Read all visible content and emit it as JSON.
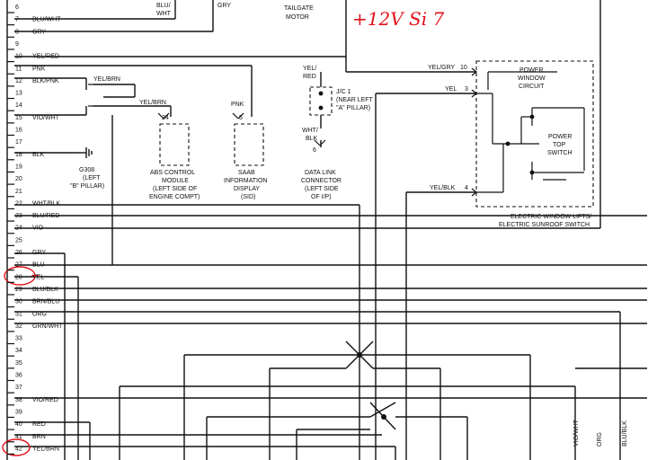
{
  "top_fragments": {
    "blu_wht_top": "BLU/",
    "wht_top": "WHT",
    "gry_top": "GRY",
    "tailgate_1": "TAILGATE",
    "tailgate_2": "MOTOR"
  },
  "handwritten_note": "+12V Si 7",
  "pins": [
    {
      "num": "6",
      "wire": ""
    },
    {
      "num": "7",
      "wire": "BLU/WHT"
    },
    {
      "num": "8",
      "wire": "GRY"
    },
    {
      "num": "9",
      "wire": ""
    },
    {
      "num": "10",
      "wire": "YEL/RED"
    },
    {
      "num": "11",
      "wire": "PNK"
    },
    {
      "num": "12",
      "wire": "BLK/PNK"
    },
    {
      "num": "13",
      "wire": ""
    },
    {
      "num": "14",
      "wire": ""
    },
    {
      "num": "15",
      "wire": "VIO/WHT"
    },
    {
      "num": "16",
      "wire": ""
    },
    {
      "num": "17",
      "wire": ""
    },
    {
      "num": "18",
      "wire": "BLK"
    },
    {
      "num": "19",
      "wire": ""
    },
    {
      "num": "20",
      "wire": ""
    },
    {
      "num": "21",
      "wire": ""
    },
    {
      "num": "22",
      "wire": "WHT/BLK"
    },
    {
      "num": "23",
      "wire": "BLU/RED"
    },
    {
      "num": "24",
      "wire": "VIO"
    },
    {
      "num": "25",
      "wire": ""
    },
    {
      "num": "26",
      "wire": "GRY"
    },
    {
      "num": "27",
      "wire": "BLU"
    },
    {
      "num": "28",
      "wire": "YEL"
    },
    {
      "num": "29",
      "wire": "BLU/BLK"
    },
    {
      "num": "30",
      "wire": "BRN/BLU"
    },
    {
      "num": "31",
      "wire": "ORG"
    },
    {
      "num": "32",
      "wire": "GRN/WHT"
    },
    {
      "num": "33",
      "wire": ""
    },
    {
      "num": "34",
      "wire": ""
    },
    {
      "num": "35",
      "wire": ""
    },
    {
      "num": "36",
      "wire": ""
    },
    {
      "num": "37",
      "wire": ""
    },
    {
      "num": "38",
      "wire": "VIO/RED"
    },
    {
      "num": "39",
      "wire": ""
    },
    {
      "num": "40",
      "wire": "RED"
    },
    {
      "num": "41",
      "wire": "BRN"
    },
    {
      "num": "42",
      "wire": "YEL/BRN"
    }
  ],
  "labels": {
    "yel_brn_a": "YEL/BRN",
    "yel_brn_b": "YEL/BRN",
    "g308_1": "G308",
    "g308_2": "(LEFT",
    "g308_3": "\"B\" PILLAR)",
    "abs_pin": "24",
    "abs_1": "ABS CONTROL",
    "abs_2": "MODULE",
    "abs_3": "(LEFT SIDE OF",
    "abs_4": "ENGINE COMPT)",
    "sid_pnk": "PNK",
    "sid_pin": "5",
    "sid_1": "SAAB",
    "sid_2": "INFORMATION",
    "sid_3": "DISPLAY",
    "sid_4": "(SID)",
    "dlc_yel": "YEL/",
    "dlc_red": "RED",
    "jc1_1": "J/C 1",
    "jc1_2": "(NEAR LEFT",
    "jc1_3": "\"A\" PILLAR)",
    "dlc_wht": "WHT/",
    "dlc_blk": "BLK",
    "dlc_pin": "6",
    "dlc_1": "DATA LINK",
    "dlc_2": "CONNECTOR",
    "dlc_3": "(LEFT SIDE",
    "dlc_4": "OF I/P)",
    "pw_wire1": "YEL/GRY",
    "pw_pin1": "10",
    "pw_wire2": "YEL",
    "pw_pin2": "3",
    "pw_wire3": "YEL/BLK",
    "pw_pin3": "4",
    "pw_1": "POWER",
    "pw_2": "WINDOW",
    "pw_3": "CIRCUIT",
    "pt_1": "POWER",
    "pt_2": "TOP",
    "pt_3": "SWITCH",
    "sw_1": "ELECTRIC WINDOW LIFTS/",
    "sw_2": "ELECTRIC SUNROOF SWITCH",
    "v1": "VIO/WHT",
    "v2": "ORG",
    "v3": "BLU/BLK"
  },
  "colors": {
    "ink": "#111111",
    "annotation": "#e0111a"
  }
}
